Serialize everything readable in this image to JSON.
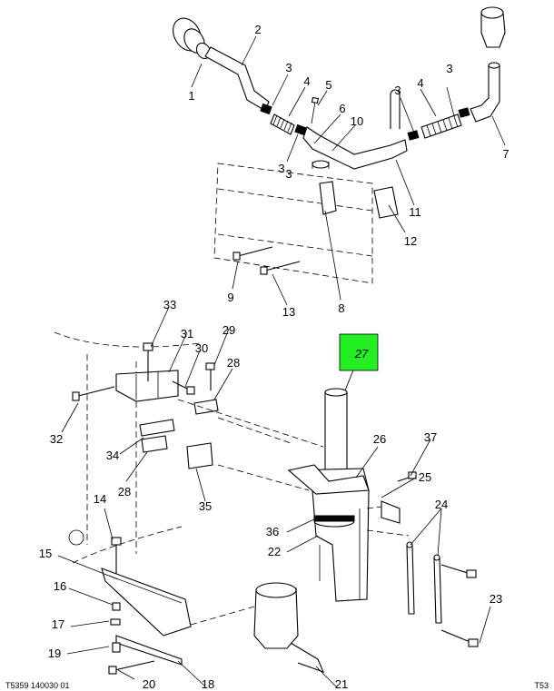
{
  "highlighted_callout": "27",
  "callouts": [
    {
      "id": "c1",
      "label": "1"
    },
    {
      "id": "c2",
      "label": "2"
    },
    {
      "id": "c3a",
      "label": "3"
    },
    {
      "id": "c3b",
      "label": "3"
    },
    {
      "id": "c3c",
      "label": "3"
    },
    {
      "id": "c3d",
      "label": "3"
    },
    {
      "id": "c3e",
      "label": "3"
    },
    {
      "id": "c4a",
      "label": "4"
    },
    {
      "id": "c4b",
      "label": "4"
    },
    {
      "id": "c5",
      "label": "5"
    },
    {
      "id": "c6",
      "label": "6"
    },
    {
      "id": "c7",
      "label": "7"
    },
    {
      "id": "c8",
      "label": "8"
    },
    {
      "id": "c9",
      "label": "9"
    },
    {
      "id": "c10",
      "label": "10"
    },
    {
      "id": "c11",
      "label": "11"
    },
    {
      "id": "c12",
      "label": "12"
    },
    {
      "id": "c13",
      "label": "13"
    },
    {
      "id": "c14",
      "label": "14"
    },
    {
      "id": "c15",
      "label": "15"
    },
    {
      "id": "c16",
      "label": "16"
    },
    {
      "id": "c17",
      "label": "17"
    },
    {
      "id": "c18",
      "label": "18"
    },
    {
      "id": "c19",
      "label": "19"
    },
    {
      "id": "c20",
      "label": "20"
    },
    {
      "id": "c21",
      "label": "21"
    },
    {
      "id": "c22",
      "label": "22"
    },
    {
      "id": "c23",
      "label": "23"
    },
    {
      "id": "c24",
      "label": "24"
    },
    {
      "id": "c25",
      "label": "25"
    },
    {
      "id": "c26",
      "label": "26"
    },
    {
      "id": "c28a",
      "label": "28"
    },
    {
      "id": "c28b",
      "label": "28"
    },
    {
      "id": "c29",
      "label": "29"
    },
    {
      "id": "c30",
      "label": "30"
    },
    {
      "id": "c31",
      "label": "31"
    },
    {
      "id": "c32",
      "label": "32"
    },
    {
      "id": "c33",
      "label": "33"
    },
    {
      "id": "c34",
      "label": "34"
    },
    {
      "id": "c35",
      "label": "35"
    },
    {
      "id": "c36",
      "label": "36"
    },
    {
      "id": "c37",
      "label": "37"
    }
  ],
  "footer": {
    "left_code": "T5359 140030 01",
    "right_code": "T53"
  }
}
